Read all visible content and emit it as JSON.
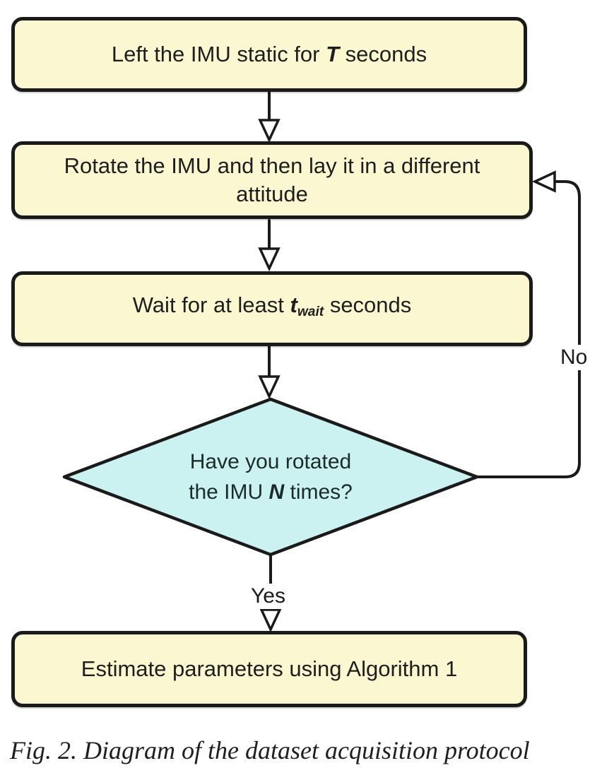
{
  "figure": {
    "caption_label": "Fig. 2.",
    "caption_text": "Diagram of the dataset acquisition protocol"
  },
  "flowchart": {
    "nodes": {
      "step1": {
        "type": "process",
        "parts": [
          "Left the IMU static for ",
          "T",
          " seconds"
        ]
      },
      "step2": {
        "type": "process",
        "text": "Rotate the IMU and then lay it in a different attitude"
      },
      "step3": {
        "type": "process",
        "parts": [
          "Wait for at least ",
          "t",
          "wait",
          " seconds"
        ]
      },
      "decision": {
        "type": "decision",
        "line1": "Have you rotated",
        "line2_parts": [
          "the IMU ",
          "N",
          " times?"
        ]
      },
      "step4": {
        "type": "process",
        "text": "Estimate parameters using Algorithm 1"
      }
    },
    "edges": [
      {
        "from": "step1",
        "to": "step2",
        "label": ""
      },
      {
        "from": "step2",
        "to": "step3",
        "label": ""
      },
      {
        "from": "step3",
        "to": "decision",
        "label": ""
      },
      {
        "from": "decision",
        "to": "step4",
        "label": "Yes"
      },
      {
        "from": "decision",
        "to": "step2",
        "label": "No"
      }
    ],
    "colors": {
      "process_fill": "#FBF8D1",
      "decision_fill": "#CBF1F1",
      "stroke": "#1A1A1A",
      "text": "#1E1E1E",
      "background": "#FFFFFF",
      "arrowhead_fill": "#FFFFFF"
    }
  }
}
